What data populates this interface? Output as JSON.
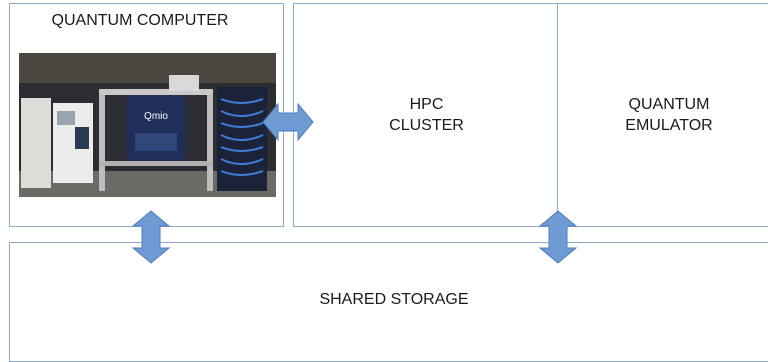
{
  "quantum_computer": {
    "title": "QUANTUM COMPUTER",
    "photo_logo_text": "Qmio"
  },
  "hpc_cluster": {
    "line1": "HPC",
    "line2": "CLUSTER"
  },
  "quantum_emulator": {
    "line1": "QUANTUM",
    "line2": "EMULATOR"
  },
  "shared_storage": {
    "title": "SHARED STORAGE"
  },
  "colors": {
    "box_border": "#8fa9c8",
    "arrow_fill": "#6f9bd4",
    "arrow_stroke": "#4f7cb8",
    "text": "#1a1a1a"
  },
  "icons": {
    "connector": "double-headed-arrow"
  }
}
